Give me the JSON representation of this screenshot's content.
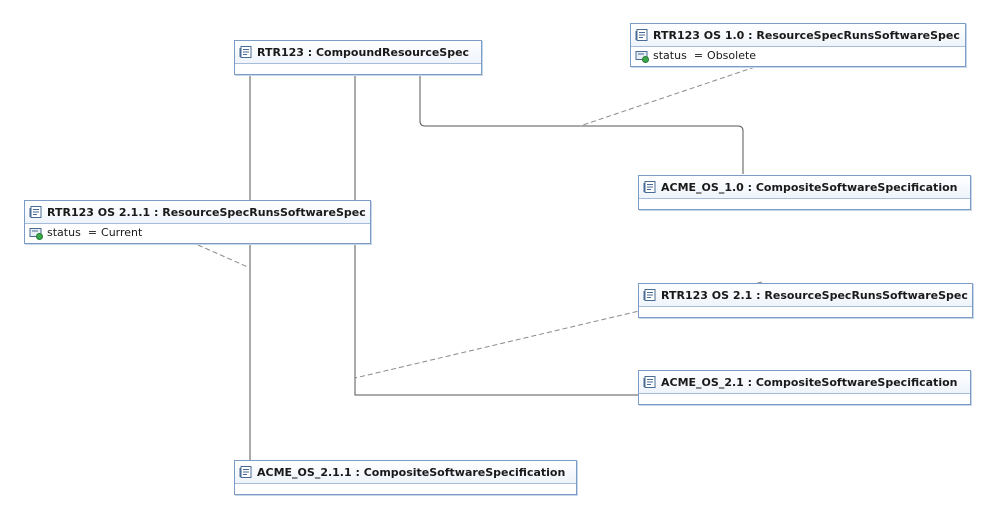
{
  "diagram": {
    "nodes": {
      "rtr123": {
        "label": "RTR123 : CompoundResourceSpec",
        "icon": "instance-icon"
      },
      "os10_spec": {
        "label": "RTR123 OS 1.0 : ResourceSpecRunsSoftwareSpec",
        "icon": "instance-icon",
        "attr": {
          "name": "status",
          "value": "Obsolete",
          "icon": "attribute-slot-icon"
        }
      },
      "acme10": {
        "label": "ACME_OS_1.0 : CompositeSoftwareSpecification",
        "icon": "instance-icon"
      },
      "os211_spec": {
        "label": "RTR123 OS 2.1.1 : ResourceSpecRunsSoftwareSpec",
        "icon": "instance-icon",
        "attr": {
          "name": "status",
          "value": "Current",
          "icon": "attribute-slot-icon"
        }
      },
      "os21_spec": {
        "label": "RTR123 OS 2.1 : ResourceSpecRunsSoftwareSpec",
        "icon": "instance-icon"
      },
      "acme21": {
        "label": "ACME_OS_2.1 : CompositeSoftwareSpecification",
        "icon": "instance-icon"
      },
      "acme211": {
        "label": "ACME_OS_2.1.1 : CompositeSoftwareSpecification",
        "icon": "instance-icon"
      }
    },
    "links": [
      {
        "from": "rtr123",
        "to": "acme10",
        "style": "solid"
      },
      {
        "from": "os10_spec",
        "to": "rtr123-acme10-link",
        "style": "dashed"
      },
      {
        "from": "rtr123",
        "to": "acme211",
        "style": "solid"
      },
      {
        "from": "os211_spec",
        "to": "rtr123-acme211-link",
        "style": "dashed"
      },
      {
        "from": "rtr123",
        "to": "acme21",
        "style": "solid"
      },
      {
        "from": "os21_spec",
        "to": "rtr123-acme21-link",
        "style": "dashed"
      }
    ],
    "colors": {
      "border": "#7a9cc6",
      "link": "#555555",
      "dashed_link": "#8a8a8a"
    }
  }
}
